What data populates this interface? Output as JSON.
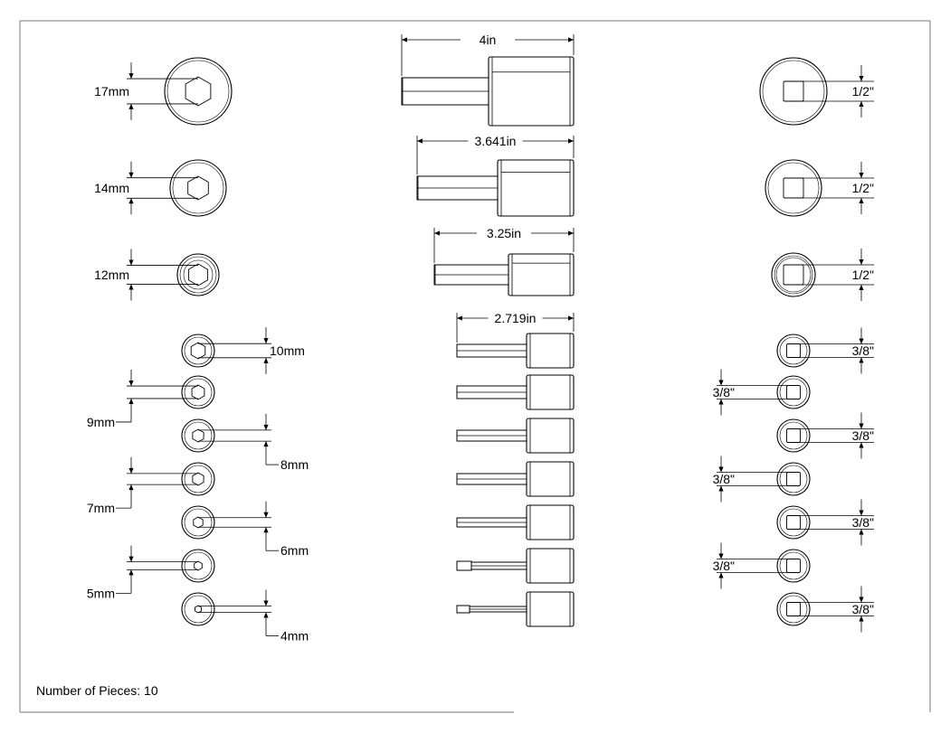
{
  "hex_sockets": [
    {
      "size": "17mm"
    },
    {
      "size": "14mm"
    },
    {
      "size": "12mm"
    },
    {
      "size": "10mm"
    },
    {
      "size": "9mm"
    },
    {
      "size": "8mm"
    },
    {
      "size": "7mm"
    },
    {
      "size": "6mm"
    },
    {
      "size": "5mm"
    },
    {
      "size": "4mm"
    }
  ],
  "side_views": [
    {
      "length": "4in"
    },
    {
      "length": "3.641in"
    },
    {
      "length": "3.25in"
    },
    {
      "length": "2.719in"
    }
  ],
  "drive_ends": [
    {
      "drive": "1/2\""
    },
    {
      "drive": "1/2\""
    },
    {
      "drive": "1/2\""
    },
    {
      "drive": "3/8\""
    },
    {
      "drive": "3/8\""
    },
    {
      "drive": "3/8\""
    },
    {
      "drive": "3/8\""
    },
    {
      "drive": "3/8\""
    },
    {
      "drive": "3/8\""
    },
    {
      "drive": "3/8\""
    }
  ],
  "footer": {
    "pieces": "Number of Pieces: 10"
  }
}
